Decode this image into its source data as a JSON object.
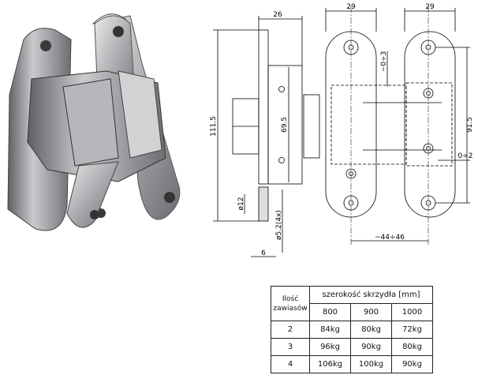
{
  "drawing": {
    "dimensions": {
      "side_width": "26",
      "overall_height": "111.5",
      "body_height": "69.5",
      "bore_diameter": "ø12",
      "hole_diameter": "ø5.2(4x)",
      "plate_thickness": "6",
      "left_width": "29",
      "right_width": "29",
      "adjust_vertical": "~0÷3",
      "hole_spacing": "91.5",
      "adjust_lateral": "0÷2",
      "door_thickness": "~44÷46"
    }
  },
  "table": {
    "corner_header": [
      "Ilość",
      "zawiasów"
    ],
    "group_header": "szerokość skrzydła [mm]",
    "widths": [
      "800",
      "900",
      "1000"
    ],
    "rows": [
      {
        "count": "2",
        "values": [
          "84kg",
          "80kg",
          "72kg"
        ]
      },
      {
        "count": "3",
        "values": [
          "96kg",
          "90kg",
          "80kg"
        ]
      },
      {
        "count": "4",
        "values": [
          "106kg",
          "100kg",
          "90kg"
        ]
      }
    ]
  }
}
